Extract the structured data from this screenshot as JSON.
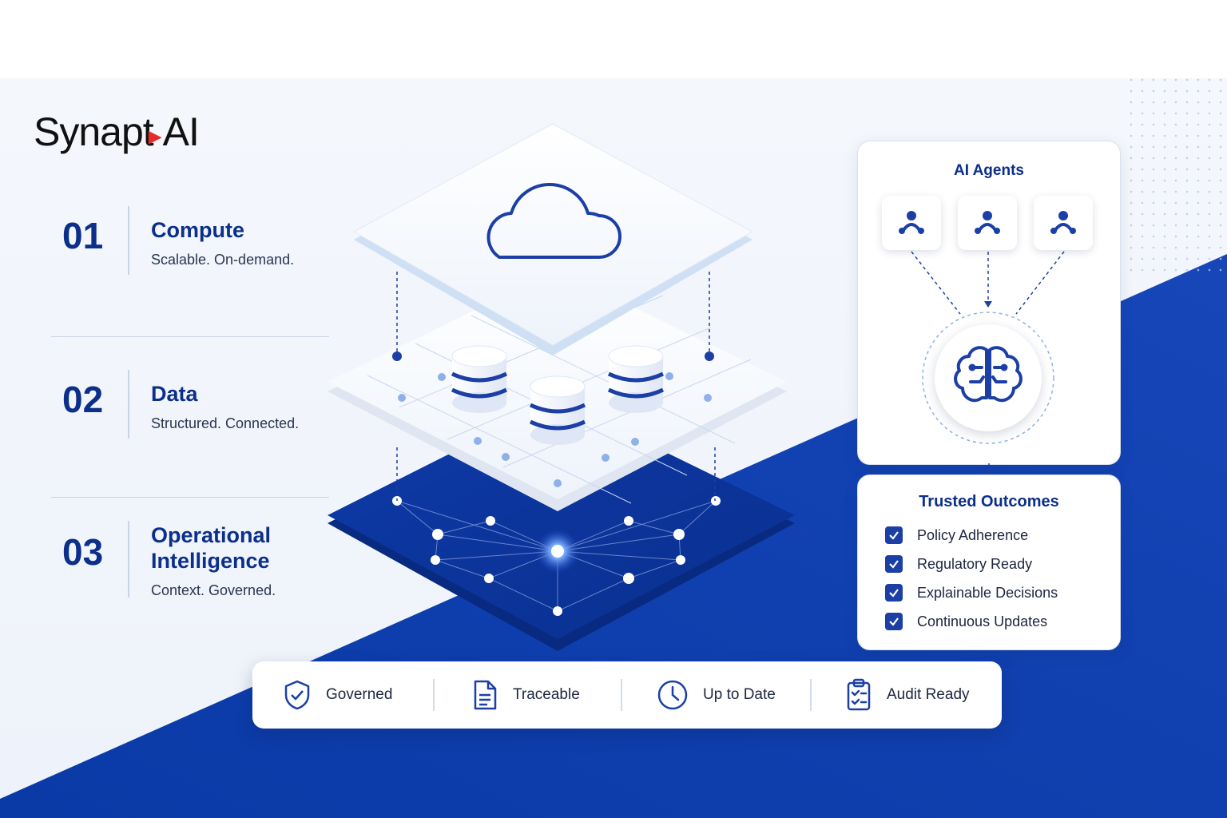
{
  "brand": {
    "name_prefix": "Synap",
    "name_t": "t",
    "name_suffix": "AI"
  },
  "layers": [
    {
      "number": "01",
      "title": "Compute",
      "subtitle": "Scalable. On-demand."
    },
    {
      "number": "02",
      "title": "Data",
      "subtitle": "Structured. Connected."
    },
    {
      "number": "03",
      "title_line1": "Operational",
      "title_line2": "Intelligence",
      "subtitle": "Context. Governed."
    }
  ],
  "agents": {
    "title": "AI Agents",
    "icons": [
      "agent-icon",
      "agent-icon",
      "agent-icon"
    ],
    "center_icon": "brain-icon"
  },
  "outcomes": {
    "title": "Trusted Outcomes",
    "items": [
      "Policy Adherence",
      "Regulatory Ready",
      "Explainable Decisions",
      "Continuous Updates"
    ]
  },
  "features": [
    {
      "label": "Governed",
      "icon": "shield-check-icon"
    },
    {
      "label": "Traceable",
      "icon": "document-icon"
    },
    {
      "label": "Up to Date",
      "icon": "clock-icon"
    },
    {
      "label": "Audit Ready",
      "icon": "clipboard-check-icon"
    }
  ],
  "illustration": {
    "top_icon": "cloud-icon",
    "middle_icon": "database-icon",
    "bottom_icon": "network-icon"
  },
  "colors": {
    "primary": "#0b2f8a",
    "accent_blue": "#1a44c4",
    "deep_blue": "#0a3aa6",
    "brand_red": "#e52b2b"
  }
}
